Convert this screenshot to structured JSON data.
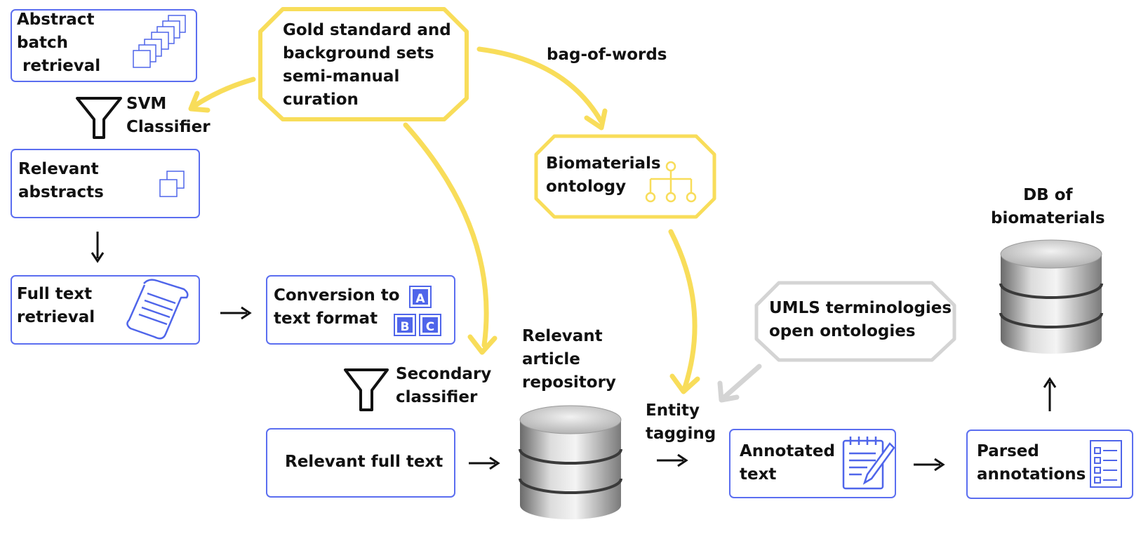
{
  "nodes": {
    "abstract_batch": "Abstract\nbatch\n retrieval",
    "svm": "SVM\nClassifier",
    "relevant_abstracts": "Relevant\nabstracts",
    "full_text_retrieval": "Full text\nretrieval",
    "conversion": "Conversion to\ntext format",
    "secondary": "Secondary\nclassifier",
    "relevant_full_text": "Relevant full text",
    "gold": "Gold standard and\nbackground sets\nsemi-manual\ncuration",
    "bag": "bag-of-words",
    "ontology": "Biomaterials\nontology",
    "repository": "Relevant\narticle\nrepository",
    "entity": "Entity\ntagging",
    "umls": "UMLS terminologies\nopen ontologies",
    "annotated": "Annotated\ntext",
    "parsed": "Parsed\nannotations",
    "db": "DB of\nbiomaterials"
  },
  "icon_letters": [
    "A",
    "B",
    "C"
  ],
  "colors": {
    "box_border": "#5b6ef0",
    "yellow": "#f8dd5a",
    "gray_box": "#d4d4d4",
    "icon_blue": "#4f65ea",
    "text": "#111111"
  }
}
